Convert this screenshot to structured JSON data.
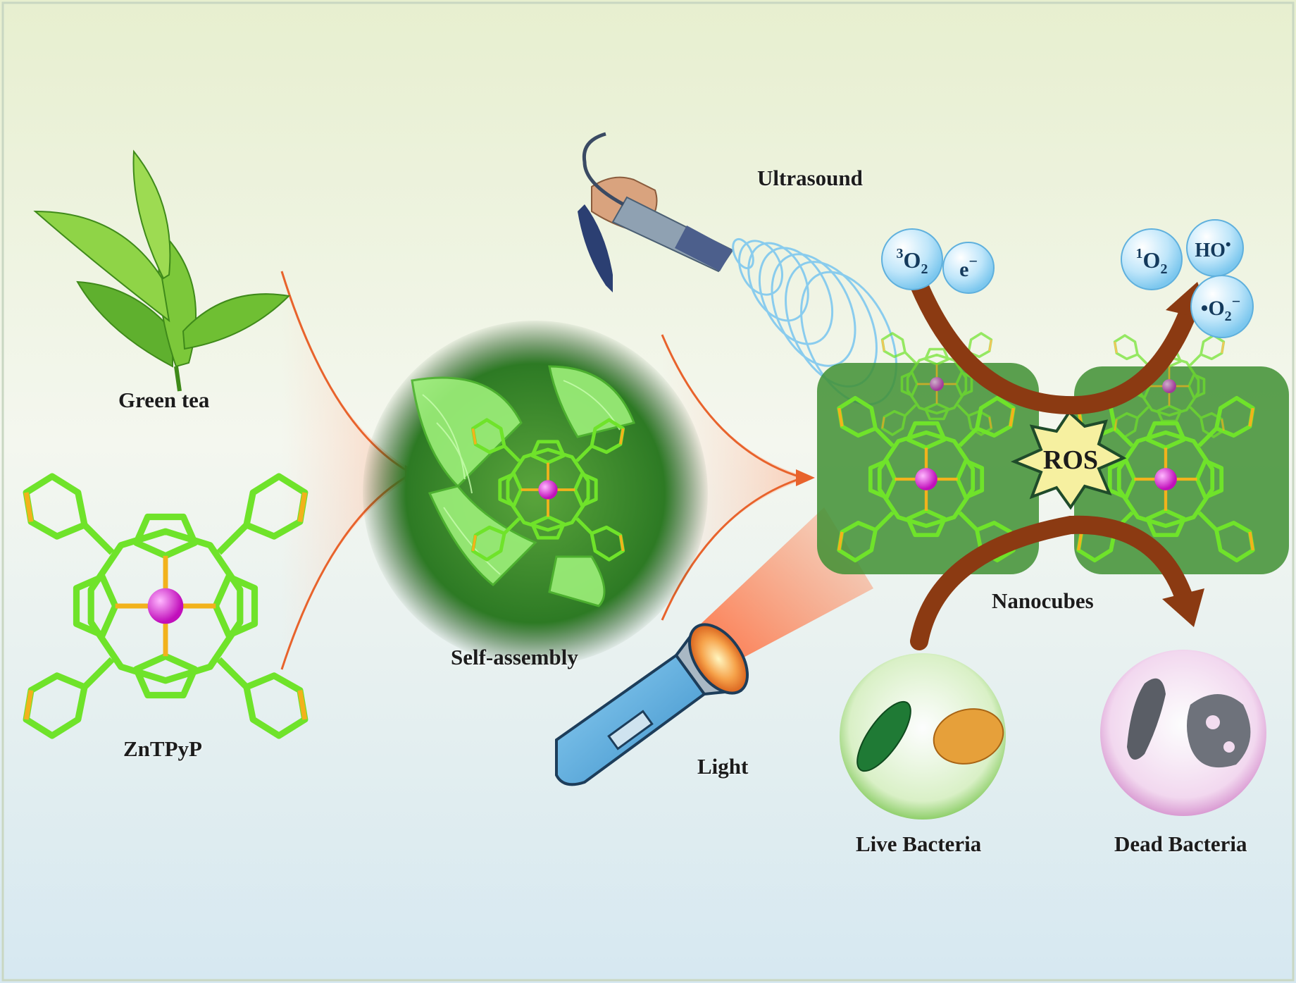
{
  "labels": {
    "green_tea": "Green tea",
    "zntpyp": "ZnTPyP",
    "self_assembly": "Self-assembly",
    "ultrasound": "Ultrasound",
    "nanocubes": "Nanocubes",
    "light": "Light",
    "live_bacteria": "Live Bacteria",
    "dead_bacteria": "Dead Bacteria",
    "ros": "ROS"
  },
  "reactants": {
    "triplet_oxygen": {
      "sup": "3",
      "base": "O",
      "sub": "2"
    },
    "electron": {
      "base": "e",
      "sup": "−"
    }
  },
  "products": {
    "singlet_oxygen": {
      "sup": "1",
      "base": "O",
      "sub": "2"
    },
    "hydroxyl": {
      "base": "HO",
      "sup": "•"
    },
    "superoxide": {
      "pre": "•",
      "base": "O",
      "sub": "2",
      "sup": "−"
    }
  },
  "colors": {
    "process_arrow": "#e8632c",
    "reaction_arrow": "#8b3a12",
    "molecule_green": "#6fe32a",
    "zinc_atom": "#e01ad8",
    "nitrogen_yellow": "#f2b21c",
    "ros_burst": "#f6f0a0"
  }
}
